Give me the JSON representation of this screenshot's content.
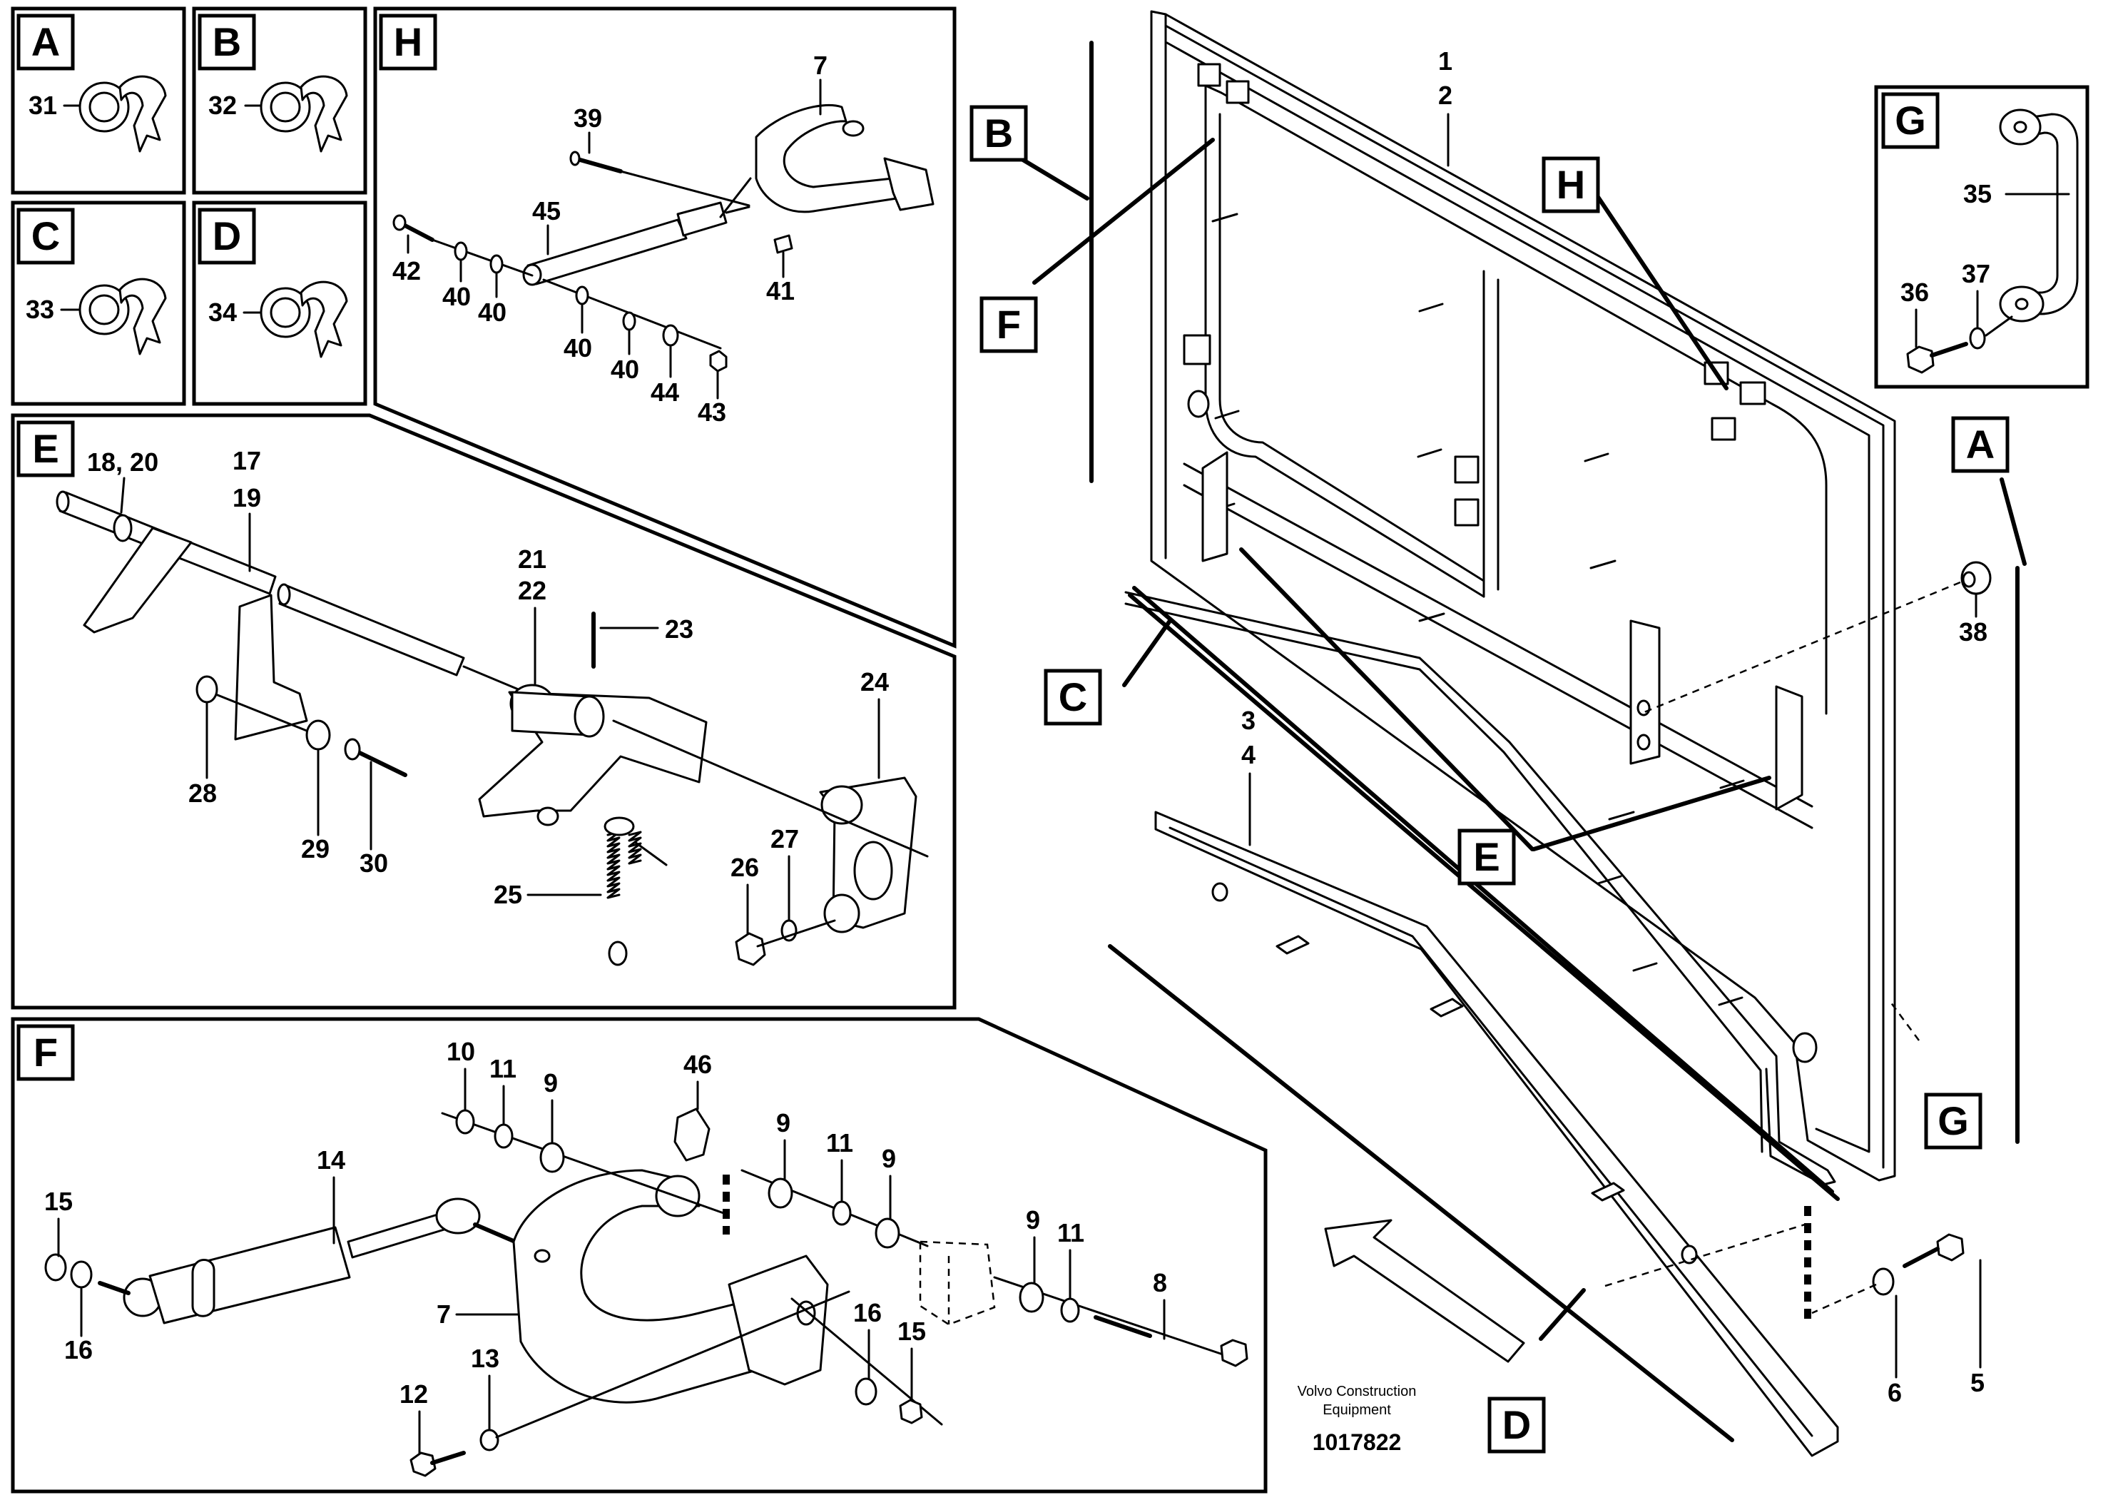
{
  "panel_letters": {
    "A": "A",
    "B": "B",
    "C": "C",
    "D": "D",
    "E": "E",
    "F": "F",
    "G": "G",
    "H": "H"
  },
  "part_numbers": {
    "n1": "1",
    "n2": "2",
    "n3": "3",
    "n4": "4",
    "n5": "5",
    "n6": "6",
    "n7": "7",
    "n8": "8",
    "n9": "9",
    "n10": "10",
    "n11": "11",
    "n12": "12",
    "n13": "13",
    "n14": "14",
    "n15": "15",
    "n16": "16",
    "n17": "17",
    "n18_20": "18, 20",
    "n19": "19",
    "n21": "21",
    "n22": "22",
    "n23": "23",
    "n24": "24",
    "n25": "25",
    "n26": "26",
    "n27": "27",
    "n28": "28",
    "n29": "29",
    "n30": "30",
    "n31": "31",
    "n32": "32",
    "n33": "33",
    "n34": "34",
    "n35": "35",
    "n36": "36",
    "n37": "37",
    "n38": "38",
    "n39": "39",
    "n40": "40",
    "n41": "41",
    "n42": "42",
    "n43": "43",
    "n44": "44",
    "n45": "45",
    "n46": "46"
  },
  "footer": {
    "brand_line1": "Volvo Construction",
    "brand_line2": "Equipment",
    "drawing_number": "1017822"
  }
}
